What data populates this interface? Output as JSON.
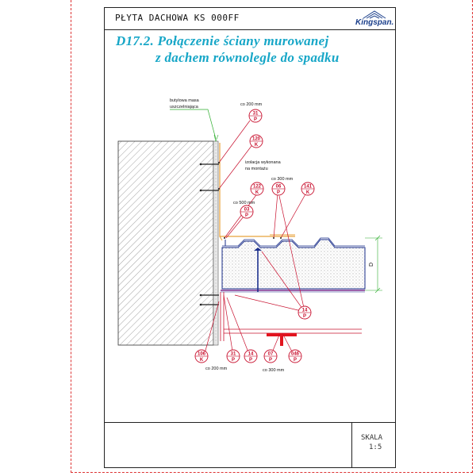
{
  "header": {
    "sheet_title": "PŁYTA DACHOWA KS 000FF",
    "logo_text": "Kingspan."
  },
  "title": {
    "line1": "D17.2. Połączenie ściany murowanej",
    "line2": "z dachem równolegle do spadku"
  },
  "footer": {
    "scale_label": "SKALA",
    "scale_value": "1:5"
  },
  "annotations": {
    "butyl_line1": "butylowa masa",
    "butyl_line2": "uszczelniająca",
    "spacing_200_top": "co 200 mm",
    "insulation_line1": "izolacja wykonana",
    "insulation_line2": "na montażu",
    "spacing_300_top": "co 300 mm",
    "spacing_500": "co 500 mm",
    "spacing_200_bottom": "co 200 mm",
    "spacing_300_bottom": "co 300 mm",
    "dimension_D": "D"
  },
  "tags": [
    {
      "num": "31",
      "letter": "P"
    },
    {
      "num": "120",
      "letter": "K"
    },
    {
      "num": "122",
      "letter": "K"
    },
    {
      "num": "06",
      "letter": "P"
    },
    {
      "num": "141",
      "letter": "K"
    },
    {
      "num": "03",
      "letter": "P"
    },
    {
      "num": "14",
      "letter": "P"
    },
    {
      "num": "106",
      "letter": "K"
    },
    {
      "num": "31",
      "letter": "P"
    },
    {
      "num": "14",
      "letter": "P"
    },
    {
      "num": "07",
      "letter": "P"
    },
    {
      "num": "046",
      "letter": "P"
    }
  ],
  "colors": {
    "tag_red": "#c8102e",
    "title_cyan": "#16a6c7",
    "leader_green": "#2fae2f",
    "flashing_orange": "#e8a23a",
    "membrane_purple": "#7b2d8e",
    "beam_red": "#e2141f"
  }
}
